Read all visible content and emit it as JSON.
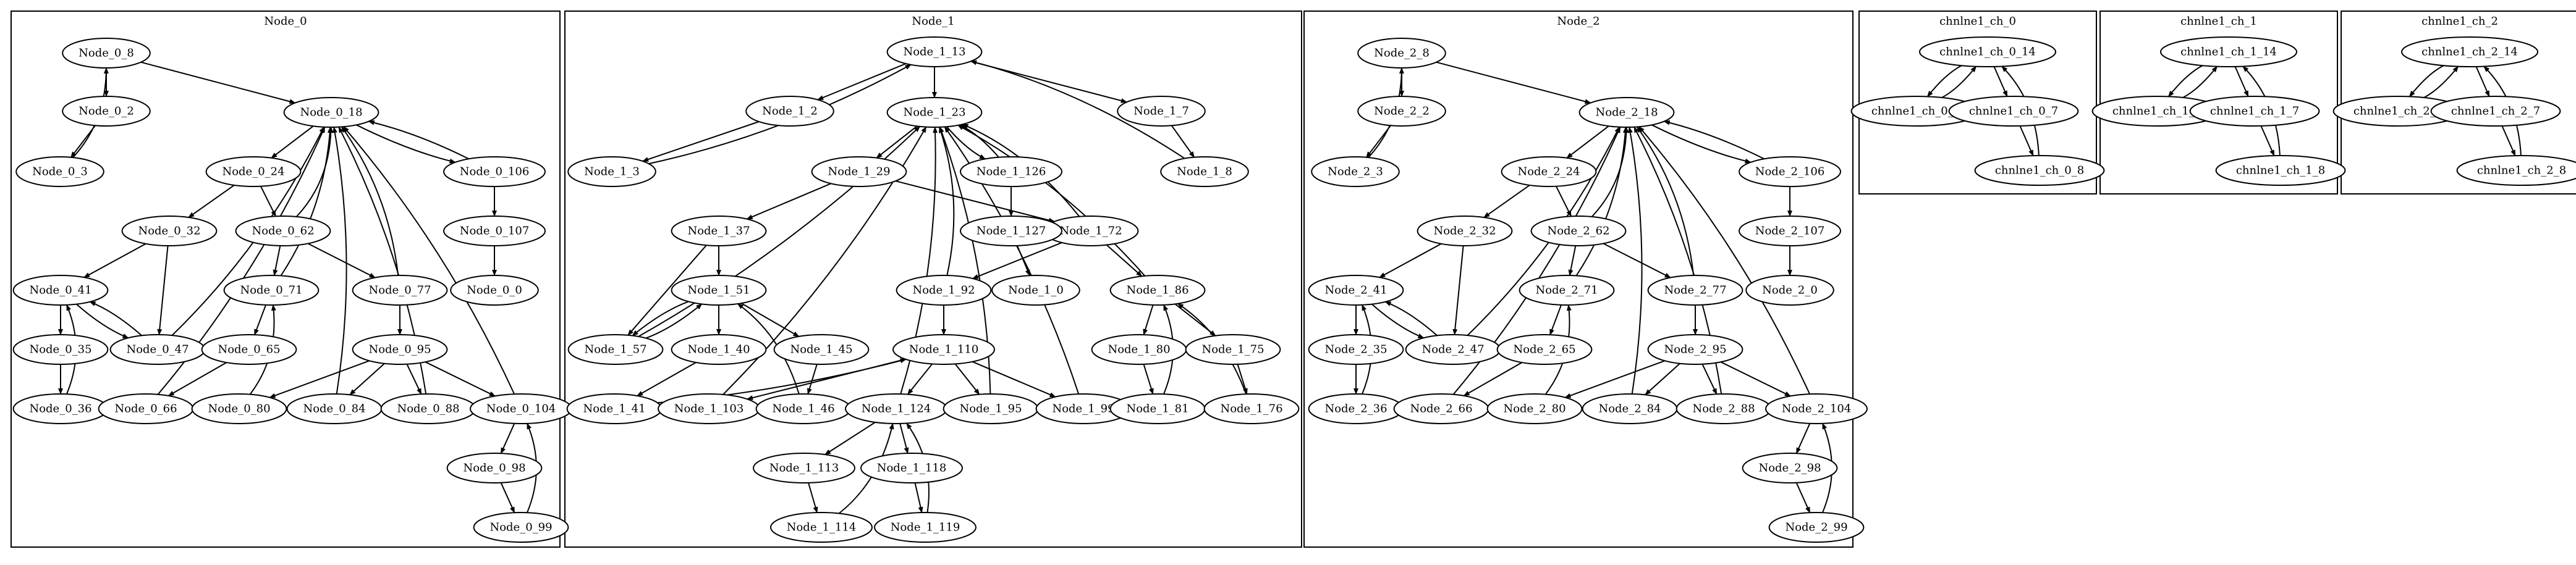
{
  "clusters": [
    {
      "id": "c0",
      "label": "Node_0",
      "nodes": [
        "Node_0_8",
        "Node_0_2",
        "Node_0_3",
        "Node_0_18",
        "Node_0_24",
        "Node_0_106",
        "Node_0_32",
        "Node_0_62",
        "Node_0_107",
        "Node_0_41",
        "Node_0_71",
        "Node_0_77",
        "Node_0_0",
        "Node_0_35",
        "Node_0_47",
        "Node_0_65",
        "Node_0_95",
        "Node_0_36",
        "Node_0_66",
        "Node_0_80",
        "Node_0_84",
        "Node_0_88",
        "Node_0_104",
        "Node_0_98",
        "Node_0_99"
      ],
      "edges": [
        [
          "Node_0_8",
          "Node_0_2"
        ],
        [
          "Node_0_2",
          "Node_0_3"
        ],
        [
          "Node_0_3",
          "Node_0_8"
        ],
        [
          "Node_0_8",
          "Node_0_18"
        ],
        [
          "Node_0_18",
          "Node_0_24"
        ],
        [
          "Node_0_18",
          "Node_0_106"
        ],
        [
          "Node_0_106",
          "Node_0_18"
        ],
        [
          "Node_0_24",
          "Node_0_32"
        ],
        [
          "Node_0_24",
          "Node_0_62"
        ],
        [
          "Node_0_106",
          "Node_0_107"
        ],
        [
          "Node_0_107",
          "Node_0_0"
        ],
        [
          "Node_0_32",
          "Node_0_41"
        ],
        [
          "Node_0_32",
          "Node_0_47"
        ],
        [
          "Node_0_62",
          "Node_0_18"
        ],
        [
          "Node_0_62",
          "Node_0_71"
        ],
        [
          "Node_0_62",
          "Node_0_77"
        ],
        [
          "Node_0_41",
          "Node_0_35"
        ],
        [
          "Node_0_41",
          "Node_0_47"
        ],
        [
          "Node_0_47",
          "Node_0_41"
        ],
        [
          "Node_0_47",
          "Node_0_18"
        ],
        [
          "Node_0_71",
          "Node_0_18"
        ],
        [
          "Node_0_71",
          "Node_0_65"
        ],
        [
          "Node_0_77",
          "Node_0_18"
        ],
        [
          "Node_0_77",
          "Node_0_95"
        ],
        [
          "Node_0_35",
          "Node_0_36"
        ],
        [
          "Node_0_36",
          "Node_0_41"
        ],
        [
          "Node_0_65",
          "Node_0_66"
        ],
        [
          "Node_0_66",
          "Node_0_18"
        ],
        [
          "Node_0_95",
          "Node_0_80"
        ],
        [
          "Node_0_95",
          "Node_0_84"
        ],
        [
          "Node_0_95",
          "Node_0_88"
        ],
        [
          "Node_0_95",
          "Node_0_104"
        ],
        [
          "Node_0_80",
          "Node_0_71"
        ],
        [
          "Node_0_84",
          "Node_0_18"
        ],
        [
          "Node_0_88",
          "Node_0_18"
        ],
        [
          "Node_0_104",
          "Node_0_18"
        ],
        [
          "Node_0_104",
          "Node_0_98"
        ],
        [
          "Node_0_98",
          "Node_0_99"
        ],
        [
          "Node_0_99",
          "Node_0_104"
        ]
      ]
    },
    {
      "id": "c1",
      "label": "Node_1",
      "nodes": [
        "Node_1_13",
        "Node_1_2",
        "Node_1_7",
        "Node_1_3",
        "Node_1_23",
        "Node_1_8",
        "Node_1_29",
        "Node_1_126",
        "Node_1_37",
        "Node_1_72",
        "Node_1_127",
        "Node_1_92",
        "Node_1_86",
        "Node_1_0",
        "Node_1_51",
        "Node_1_57",
        "Node_1_40",
        "Node_1_45",
        "Node_1_110",
        "Node_1_80",
        "Node_1_75",
        "Node_1_41",
        "Node_1_103",
        "Node_1_46",
        "Node_1_124",
        "Node_1_95",
        "Node_1_99",
        "Node_1_81",
        "Node_1_76",
        "Node_1_113",
        "Node_1_118",
        "Node_1_114",
        "Node_1_119"
      ],
      "edges": [
        [
          "Node_1_13",
          "Node_1_2"
        ],
        [
          "Node_1_13",
          "Node_1_7"
        ],
        [
          "Node_1_2",
          "Node_1_3"
        ],
        [
          "Node_1_3",
          "Node_1_13"
        ],
        [
          "Node_1_13",
          "Node_1_23"
        ],
        [
          "Node_1_7",
          "Node_1_8"
        ],
        [
          "Node_1_8",
          "Node_1_13"
        ],
        [
          "Node_1_23",
          "Node_1_29"
        ],
        [
          "Node_1_23",
          "Node_1_126"
        ],
        [
          "Node_1_126",
          "Node_1_23"
        ],
        [
          "Node_1_29",
          "Node_1_37"
        ],
        [
          "Node_1_29",
          "Node_1_72"
        ],
        [
          "Node_1_126",
          "Node_1_127"
        ],
        [
          "Node_1_127",
          "Node_1_0"
        ],
        [
          "Node_1_72",
          "Node_1_23"
        ],
        [
          "Node_1_72",
          "Node_1_92"
        ],
        [
          "Node_1_72",
          "Node_1_86"
        ],
        [
          "Node_1_86",
          "Node_1_23"
        ],
        [
          "Node_1_37",
          "Node_1_51"
        ],
        [
          "Node_1_37",
          "Node_1_57"
        ],
        [
          "Node_1_57",
          "Node_1_51"
        ],
        [
          "Node_1_51",
          "Node_1_57"
        ],
        [
          "Node_1_57",
          "Node_1_23"
        ],
        [
          "Node_1_51",
          "Node_1_40"
        ],
        [
          "Node_1_51",
          "Node_1_45"
        ],
        [
          "Node_1_92",
          "Node_1_23"
        ],
        [
          "Node_1_92",
          "Node_1_110"
        ],
        [
          "Node_1_86",
          "Node_1_80"
        ],
        [
          "Node_1_86",
          "Node_1_75"
        ],
        [
          "Node_1_40",
          "Node_1_41"
        ],
        [
          "Node_1_45",
          "Node_1_46"
        ],
        [
          "Node_1_110",
          "Node_1_103"
        ],
        [
          "Node_1_110",
          "Node_1_124"
        ],
        [
          "Node_1_110",
          "Node_1_95"
        ],
        [
          "Node_1_110",
          "Node_1_99"
        ],
        [
          "Node_1_103",
          "Node_1_23"
        ],
        [
          "Node_1_46",
          "Node_1_51"
        ],
        [
          "Node_1_95",
          "Node_1_23"
        ],
        [
          "Node_1_99",
          "Node_1_23"
        ],
        [
          "Node_1_80",
          "Node_1_81"
        ],
        [
          "Node_1_81",
          "Node_1_86"
        ],
        [
          "Node_1_75",
          "Node_1_76"
        ],
        [
          "Node_1_76",
          "Node_1_86"
        ],
        [
          "Node_1_124",
          "Node_1_23"
        ],
        [
          "Node_1_124",
          "Node_1_113"
        ],
        [
          "Node_1_124",
          "Node_1_118"
        ],
        [
          "Node_1_113",
          "Node_1_114"
        ],
        [
          "Node_1_114",
          "Node_1_124"
        ],
        [
          "Node_1_118",
          "Node_1_119"
        ],
        [
          "Node_1_119",
          "Node_1_124"
        ]
      ]
    },
    {
      "id": "c2",
      "label": "Node_2",
      "nodes": [
        "Node_2_8",
        "Node_2_2",
        "Node_2_3",
        "Node_2_18",
        "Node_2_24",
        "Node_2_106",
        "Node_2_32",
        "Node_2_62",
        "Node_2_107",
        "Node_2_41",
        "Node_2_71",
        "Node_2_77",
        "Node_2_0",
        "Node_2_35",
        "Node_2_47",
        "Node_2_65",
        "Node_2_95",
        "Node_2_36",
        "Node_2_66",
        "Node_2_80",
        "Node_2_84",
        "Node_2_88",
        "Node_2_104",
        "Node_2_98",
        "Node_2_99"
      ],
      "edges": [
        [
          "Node_2_8",
          "Node_2_2"
        ],
        [
          "Node_2_2",
          "Node_2_3"
        ],
        [
          "Node_2_3",
          "Node_2_8"
        ],
        [
          "Node_2_8",
          "Node_2_18"
        ],
        [
          "Node_2_18",
          "Node_2_24"
        ],
        [
          "Node_2_18",
          "Node_2_106"
        ],
        [
          "Node_2_106",
          "Node_2_18"
        ],
        [
          "Node_2_24",
          "Node_2_32"
        ],
        [
          "Node_2_24",
          "Node_2_62"
        ],
        [
          "Node_2_106",
          "Node_2_107"
        ],
        [
          "Node_2_107",
          "Node_2_0"
        ],
        [
          "Node_2_32",
          "Node_2_41"
        ],
        [
          "Node_2_32",
          "Node_2_47"
        ],
        [
          "Node_2_62",
          "Node_2_18"
        ],
        [
          "Node_2_62",
          "Node_2_71"
        ],
        [
          "Node_2_62",
          "Node_2_77"
        ],
        [
          "Node_2_41",
          "Node_2_35"
        ],
        [
          "Node_2_41",
          "Node_2_47"
        ],
        [
          "Node_2_47",
          "Node_2_41"
        ],
        [
          "Node_2_47",
          "Node_2_18"
        ],
        [
          "Node_2_71",
          "Node_2_18"
        ],
        [
          "Node_2_71",
          "Node_2_65"
        ],
        [
          "Node_2_77",
          "Node_2_18"
        ],
        [
          "Node_2_77",
          "Node_2_95"
        ],
        [
          "Node_2_35",
          "Node_2_36"
        ],
        [
          "Node_2_36",
          "Node_2_41"
        ],
        [
          "Node_2_65",
          "Node_2_66"
        ],
        [
          "Node_2_66",
          "Node_2_18"
        ],
        [
          "Node_2_95",
          "Node_2_80"
        ],
        [
          "Node_2_95",
          "Node_2_84"
        ],
        [
          "Node_2_95",
          "Node_2_88"
        ],
        [
          "Node_2_95",
          "Node_2_104"
        ],
        [
          "Node_2_80",
          "Node_2_71"
        ],
        [
          "Node_2_84",
          "Node_2_18"
        ],
        [
          "Node_2_88",
          "Node_2_18"
        ],
        [
          "Node_2_104",
          "Node_2_18"
        ],
        [
          "Node_2_104",
          "Node_2_98"
        ],
        [
          "Node_2_98",
          "Node_2_99"
        ],
        [
          "Node_2_99",
          "Node_2_104"
        ]
      ]
    },
    {
      "id": "c3",
      "label": "chnlne1_ch_0",
      "nodes": [
        "chnlne1_ch_0_14",
        "chnlne1_ch_0_2",
        "chnlne1_ch_0_7",
        "chnlne1_ch_0_8"
      ],
      "edges": [
        [
          "chnlne1_ch_0_14",
          "chnlne1_ch_0_2"
        ],
        [
          "chnlne1_ch_0_2",
          "chnlne1_ch_0_14"
        ],
        [
          "chnlne1_ch_0_14",
          "chnlne1_ch_0_7"
        ],
        [
          "chnlne1_ch_0_7",
          "chnlne1_ch_0_8"
        ],
        [
          "chnlne1_ch_0_8",
          "chnlne1_ch_0_14"
        ]
      ]
    },
    {
      "id": "c4",
      "label": "chnlne1_ch_1",
      "nodes": [
        "chnlne1_ch_1_14",
        "chnlne1_ch_1_2",
        "chnlne1_ch_1_7",
        "chnlne1_ch_1_8"
      ],
      "edges": [
        [
          "chnlne1_ch_1_14",
          "chnlne1_ch_1_2"
        ],
        [
          "chnlne1_ch_1_2",
          "chnlne1_ch_1_14"
        ],
        [
          "chnlne1_ch_1_14",
          "chnlne1_ch_1_7"
        ],
        [
          "chnlne1_ch_1_7",
          "chnlne1_ch_1_8"
        ],
        [
          "chnlne1_ch_1_8",
          "chnlne1_ch_1_14"
        ]
      ]
    },
    {
      "id": "c5",
      "label": "chnlne1_ch_2",
      "nodes": [
        "chnlne1_ch_2_14",
        "chnlne1_ch_2_2",
        "chnlne1_ch_2_7",
        "chnlne1_ch_2_8"
      ],
      "edges": [
        [
          "chnlne1_ch_2_14",
          "chnlne1_ch_2_2"
        ],
        [
          "chnlne1_ch_2_2",
          "chnlne1_ch_2_14"
        ],
        [
          "chnlne1_ch_2_14",
          "chnlne1_ch_2_7"
        ],
        [
          "chnlne1_ch_2_7",
          "chnlne1_ch_2_8"
        ],
        [
          "chnlne1_ch_2_8",
          "chnlne1_ch_2_14"
        ]
      ]
    }
  ],
  "cross_edges": [
    [
      "Node_0_104",
      "Node_1_110"
    ]
  ]
}
